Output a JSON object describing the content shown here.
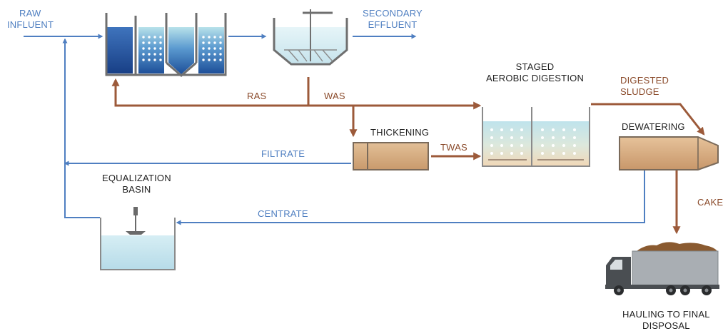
{
  "labels": {
    "raw_influent_1": "RAW",
    "raw_influent_2": "INFLUENT",
    "secondary_effluent_1": "SECONDARY",
    "secondary_effluent_2": "EFFLUENT",
    "ras": "RAS",
    "was": "WAS",
    "staged_1": "STAGED",
    "staged_2": "AEROBIC DIGESTION",
    "digested_1": "DIGESTED",
    "digested_2": "SLUDGE",
    "thickening": "THICKENING",
    "twas": "TWAS",
    "dewatering": "DEWATERING",
    "filtrate": "FILTRATE",
    "equalization_1": "EQUALIZATION",
    "equalization_2": "BASIN",
    "centrate": "CENTRATE",
    "cake": "CAKE",
    "hauling_1": "HAULING TO FINAL",
    "hauling_2": "DISPOSAL"
  },
  "colors": {
    "liquid_flow": "#4f7fc1",
    "solids_flow": "#9c5a3a",
    "text_blue": "#4f7fc1",
    "text_brown": "#8a4a2a",
    "text_dark": "#1f1f1f",
    "tank_outline": "#8a8a8a",
    "sludge": "#d8b48a",
    "truck": "#a8adb2",
    "cake": "#8a5a30"
  },
  "icons": [
    "activated-sludge-basin",
    "clarifier",
    "aerobic-digester",
    "thickener",
    "dewatering-centrifuge",
    "equalization-basin-mixer",
    "haul-truck"
  ]
}
